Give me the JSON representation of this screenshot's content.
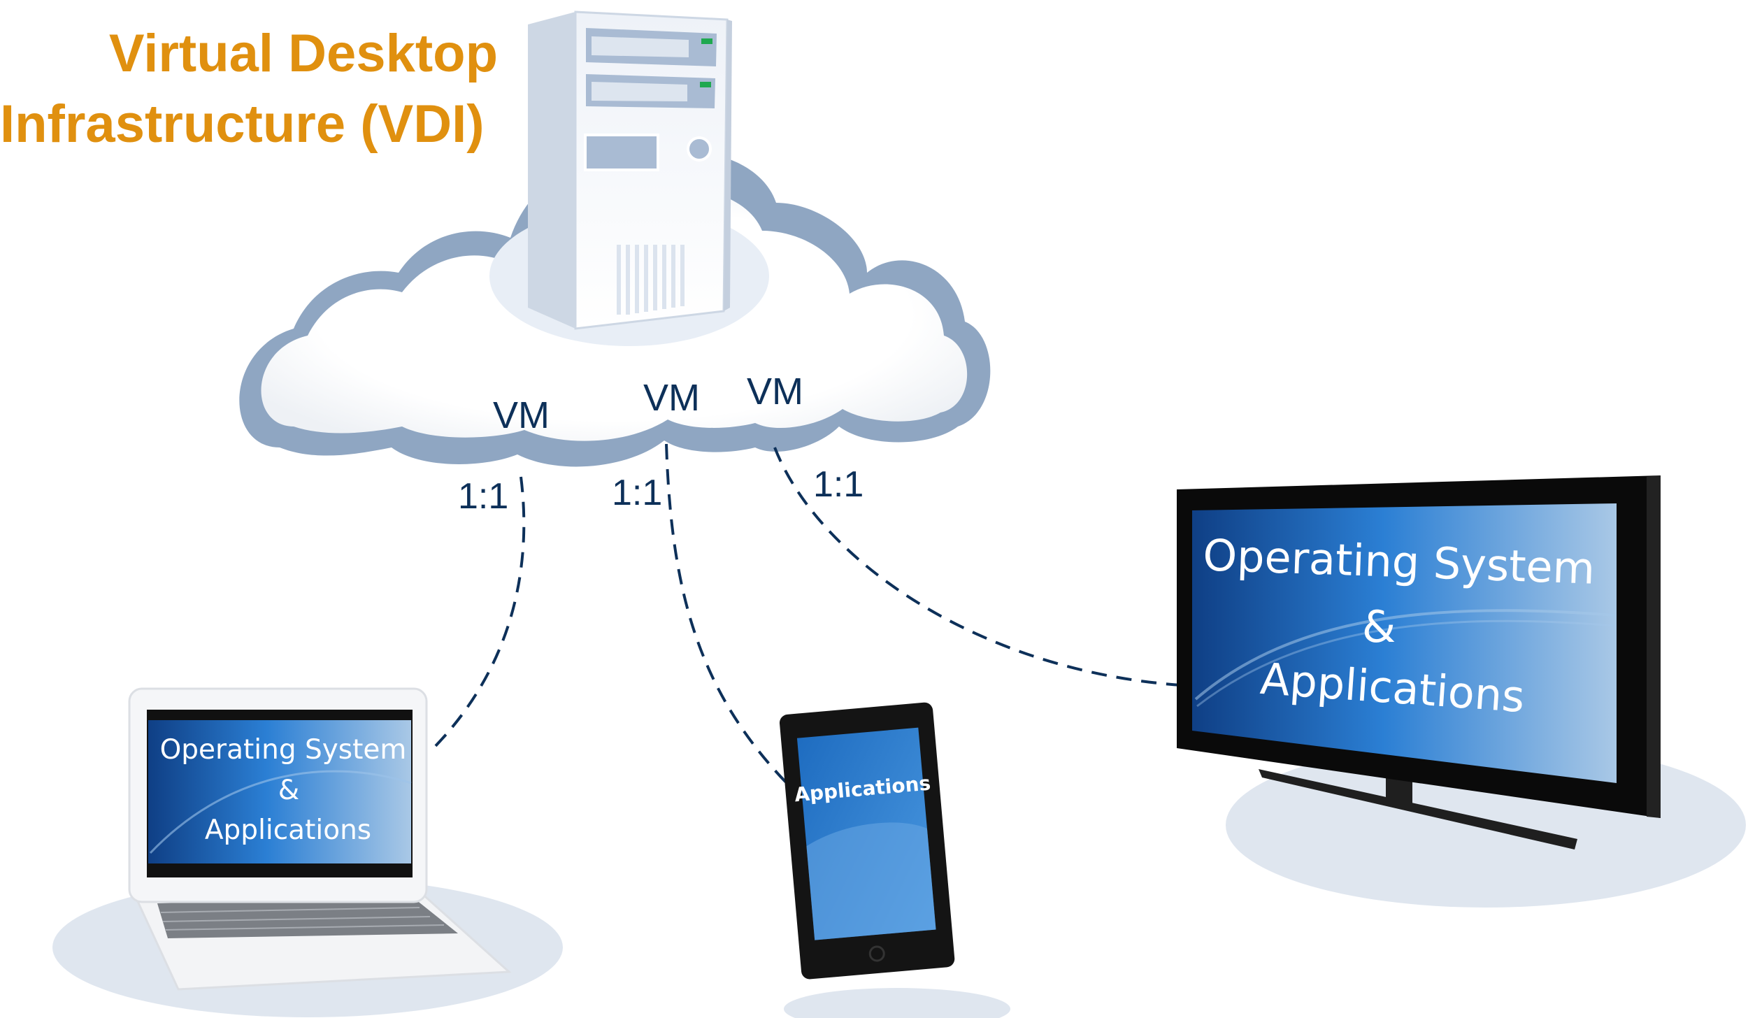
{
  "title": {
    "line1": "Virtual Desktop",
    "line2": "Infrastructure (VDI)",
    "color": "#e0900f"
  },
  "cloud": {
    "icon": "server-tower-icon",
    "vms": [
      {
        "label": "VM"
      },
      {
        "label": "VM"
      },
      {
        "label": "VM"
      }
    ]
  },
  "connections": [
    {
      "ratio": "1:1",
      "from": "VM 1",
      "to": "Laptop"
    },
    {
      "ratio": "1:1",
      "from": "VM 2",
      "to": "Tablet"
    },
    {
      "ratio": "1:1",
      "from": "VM 3",
      "to": "TV"
    }
  ],
  "devices": {
    "laptop": {
      "icon": "laptop-icon",
      "screen_line1": "Operating System",
      "screen_line2": "&",
      "screen_line3": "Applications"
    },
    "tablet": {
      "icon": "tablet-icon",
      "screen_line1": "Applications"
    },
    "tv": {
      "icon": "tv-monitor-icon",
      "screen_line1": "Operating System",
      "screen_line2": "&",
      "screen_line3": "Applications"
    }
  },
  "colors": {
    "accent_orange": "#e0900f",
    "navy_text": "#0d3059",
    "cloud_outline": "#8fa6c2",
    "screen_blue": "#2f7fd0",
    "shadow": "#dfe6ef"
  }
}
